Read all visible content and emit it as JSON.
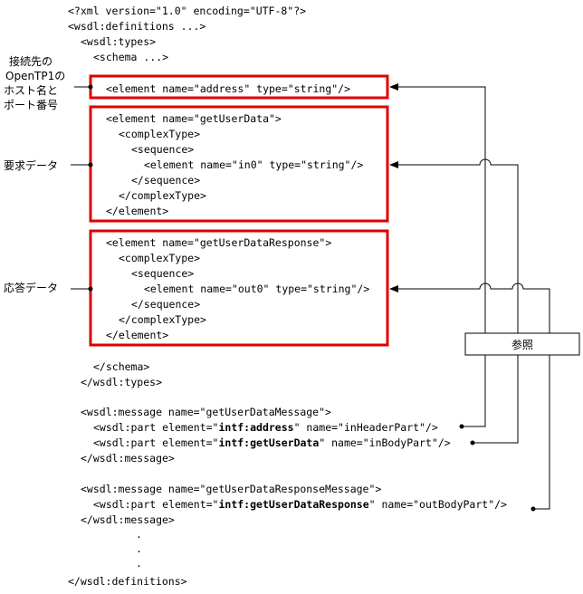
{
  "colors": {
    "highlight_border": "#e00000",
    "line": "#000000",
    "background": "#ffffff"
  },
  "code": {
    "xml_decl": "<?xml version=\"1.0\" encoding=\"UTF-8\"?>",
    "defs_open": "<wsdl:definitions ...>",
    "types_open": "<wsdl:types>",
    "schema_open": "<schema ...>",
    "element_address": "<element name=\"address\" type=\"string\"/>",
    "getuserdata": {
      "element_open": "<element name=\"getUserData\">",
      "complex_open": "<complexType>",
      "sequence_open": "<sequence>",
      "inner_element": "<element name=\"in0\" type=\"string\"/>",
      "sequence_close": "</sequence>",
      "complex_close": "</complexType>",
      "element_close": "</element>"
    },
    "getuserdataresponse": {
      "element_open": "<element name=\"getUserDataResponse\">",
      "complex_open": "<complexType>",
      "sequence_open": "<sequence>",
      "inner_element": "<element name=\"out0\" type=\"string\"/>",
      "sequence_close": "</sequence>",
      "complex_close": "</complexType>",
      "element_close": "</element>"
    },
    "schema_close": "</schema>",
    "types_close": "</wsdl:types>",
    "message1": {
      "open": "<wsdl:message name=\"getUserDataMessage\">",
      "part1_pre": "<wsdl:part element=\"",
      "part1_ref": "intf:address",
      "part1_post": "\" name=\"inHeaderPart\"/>",
      "part2_pre": "<wsdl:part element=\"",
      "part2_ref": "intf:getUserData",
      "part2_post": "\" name=\"inBodyPart\"/>",
      "close": "</wsdl:message>"
    },
    "message2": {
      "open": "<wsdl:message name=\"getUserDataResponseMessage\">",
      "part_pre": "<wsdl:part element=\"",
      "part_ref": "intf:getUserDataResponse",
      "part_post": "\" name=\"outBodyPart\"/>",
      "close": "</wsdl:message>"
    },
    "ellipsis_dot": ".",
    "defs_close": "</wsdl:definitions>"
  },
  "labels": {
    "host_port": [
      "接続先の",
      "OpenTP1の",
      "ホスト名と",
      "ポート番号"
    ],
    "request_data": "要求データ",
    "response_data": "応答データ",
    "reference": "参照"
  }
}
